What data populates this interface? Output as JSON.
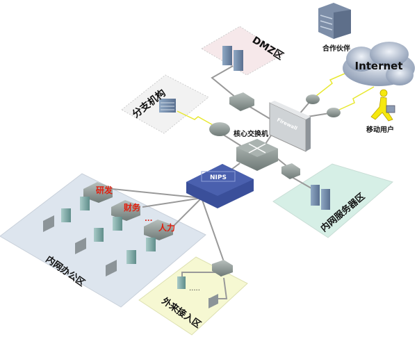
{
  "zones": {
    "dmz": {
      "label": "DMZ区",
      "color": "#f6e8ea"
    },
    "branch": {
      "label": "分支机构",
      "color": "#f2f2f2"
    },
    "server": {
      "label": "内网服务器区",
      "color": "#d6efe6"
    },
    "office": {
      "label": "内网办公区",
      "color": "#dde5ee"
    },
    "guest": {
      "label": "外来接入区",
      "color": "#f6f8d2"
    }
  },
  "nodes": {
    "partner": "合作伙伴",
    "internet": "Internet",
    "mobile_user": "移动用户",
    "core_switch": "核心交换机",
    "firewall": "Firewall",
    "nips": "NIPS",
    "dept_rd": "研发",
    "dept_finance": "财务",
    "dept_hr": "人力",
    "ellipsis": "...",
    "guest_ellipsis": "....."
  },
  "colors": {
    "nips": "#3a4f9a",
    "department_label": "#e02010",
    "wan_link": "#e8e830",
    "device_gray": "#8a9492"
  }
}
